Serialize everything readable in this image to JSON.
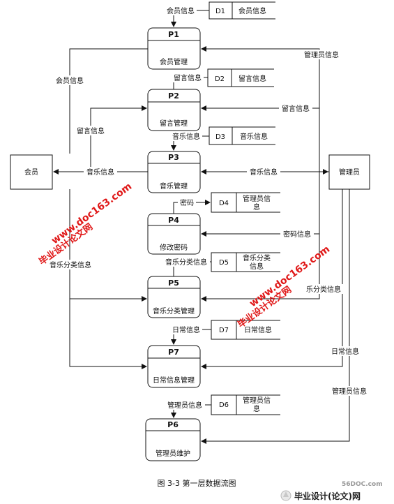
{
  "diagram": {
    "caption": "图 3-3 第一层数据流图",
    "entities": {
      "member": "会员",
      "admin": "管理员"
    },
    "processes": [
      {
        "id": "P1",
        "name": "会员管理"
      },
      {
        "id": "P2",
        "name": "留言管理"
      },
      {
        "id": "P3",
        "name": "音乐管理"
      },
      {
        "id": "P4",
        "name": "修改密码"
      },
      {
        "id": "P5",
        "name": "音乐分类管理"
      },
      {
        "id": "P7",
        "name": "日常信息管理"
      },
      {
        "id": "P6",
        "name": "管理员维护"
      }
    ],
    "stores": [
      {
        "id": "D1",
        "name": "会员信息"
      },
      {
        "id": "D2",
        "name": "留言信息"
      },
      {
        "id": "D3",
        "name": "音乐信息"
      },
      {
        "id": "D4",
        "name": "管理员信",
        "name2": "息"
      },
      {
        "id": "D5",
        "name": "音乐分类",
        "name2": "信息"
      },
      {
        "id": "D7",
        "name": "日常信息"
      },
      {
        "id": "D6",
        "name": "管理员信",
        "name2": "息"
      }
    ],
    "flow_labels": {
      "d1_p1": "会员信息",
      "admin_p1": "管理员信息",
      "member_p1": "会员信息",
      "d2_p2": "留言信息",
      "member_p2": "留言信息",
      "admin_p2": "留言信息",
      "d3_p3": "音乐信息",
      "p3_member": "音乐信息",
      "admin_p3": "音乐信息",
      "p4_d4": "密码",
      "admin_p4": "密码信息",
      "d5_p5": "音乐分类信息",
      "member_p5": "音乐分类信息",
      "admin_p5": "乐分类信息",
      "d7_p7": "日常信息",
      "admin_p7": "日常信息",
      "admin_p6_a": "管理员信息",
      "d6_p6": "管理员信息"
    },
    "watermarks": {
      "site_a": "毕业设计论文网",
      "url_a": "www.doc163.com",
      "site_b": "毕业设计论文网",
      "url_b": "www.doc163.com",
      "logo_domain": "56DOC.com",
      "logo_text": "毕业设计(论文)网"
    }
  }
}
